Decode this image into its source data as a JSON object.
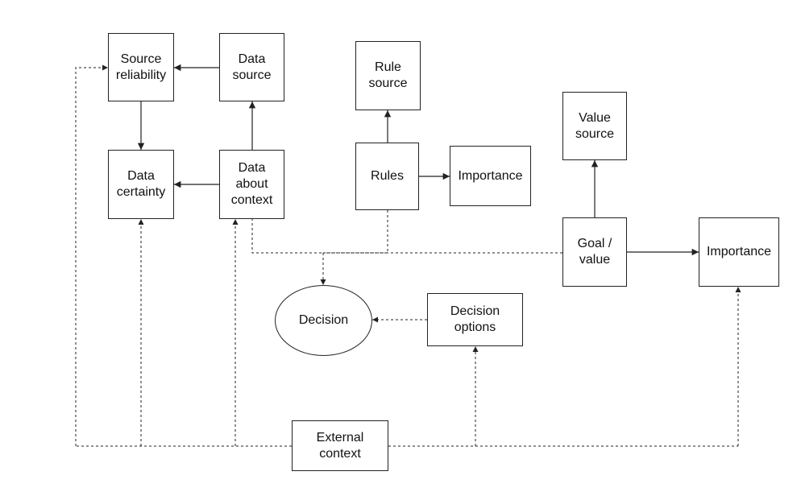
{
  "nodes": {
    "source_reliability": "Source\nreliability",
    "data_source": "Data\nsource",
    "data_certainty": "Data\ncertainty",
    "data_about_context": "Data\nabout\ncontext",
    "rule_source": "Rule\nsource",
    "rules": "Rules",
    "rules_importance": "Importance",
    "value_source": "Value\nsource",
    "goal_value": "Goal /\nvalue",
    "goal_importance": "Importance",
    "decision": "Decision",
    "decision_options": "Decision\noptions",
    "external_context": "External\ncontext"
  },
  "colors": {
    "stroke": "#222222",
    "text": "#111111",
    "background": "#ffffff"
  }
}
